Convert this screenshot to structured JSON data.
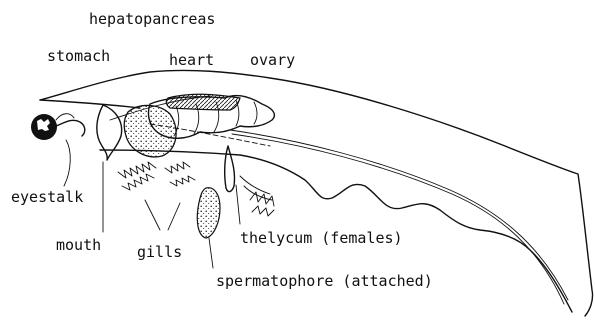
{
  "labels": {
    "hepatopancreas": "hepatopancreas",
    "stomach": "stomach",
    "heart": "heart",
    "ovary": "ovary",
    "eyestalk": "eyestalk",
    "mouth": "mouth",
    "gills": "gills",
    "thelycum": "thelycum (females)",
    "spermatophore": "spermatophore (attached)"
  }
}
